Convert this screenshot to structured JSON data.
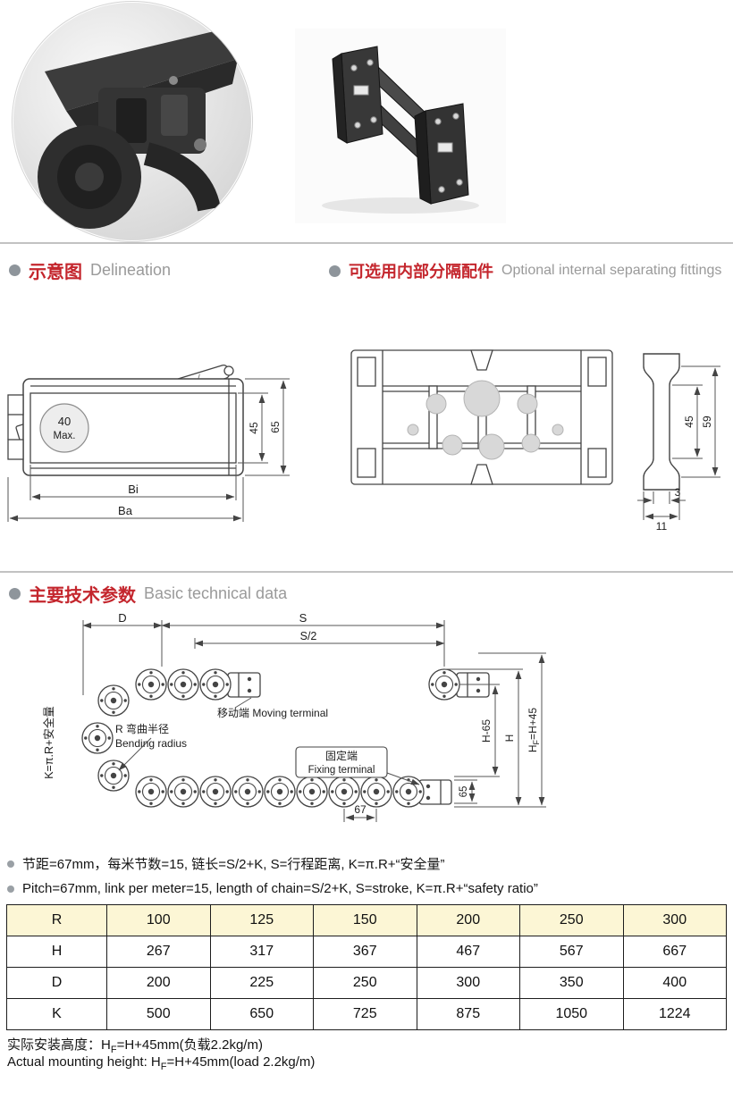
{
  "sections": {
    "delineation": {
      "zh": "示意图",
      "en": "Delineation"
    },
    "fittings": {
      "zh": "可选用内部分隔配件",
      "en": "Optional internal separating fittings"
    },
    "technical": {
      "zh": "主要技术参数",
      "en": "Basic technical data"
    }
  },
  "side_view": {
    "inner_circle_line1": "40",
    "inner_circle_line2": "Max.",
    "dim_inner_height": "45",
    "dim_outer_height": "65",
    "dim_inner_width": "Bi",
    "dim_outer_width": "Ba"
  },
  "separator": {
    "dim_inner_height": "45",
    "dim_outer_height": "59",
    "dim_thickness": "3",
    "dim_width": "11"
  },
  "diagram": {
    "dim_d": "D",
    "dim_s": "S",
    "dim_s_half": "S/2",
    "k_formula": "K=π.R+安全量",
    "moving_terminal": "移动端 Moving terminal",
    "bending_radius_zh": "R 弯曲半径",
    "bending_radius_en": "Bending radius",
    "fixing_terminal_zh": "固定端",
    "fixing_terminal_en": "Fixing terminal",
    "dim_65": "65",
    "dim_67": "67",
    "dim_h_minus_65": "H-65",
    "dim_h": "H",
    "dim_hf_base": "H",
    "dim_hf_sub": "F",
    "dim_hf_rest": "=H+45"
  },
  "notes": {
    "zh": "节距=67mm，每米节数=15, 链长=S/2+K, S=行程距离, K=π.R+“安全量”",
    "en": "Pitch=67mm, link per meter=15, length of chain=S/2+K, S=stroke, K=π.R+“safety ratio”"
  },
  "table": {
    "rows": [
      {
        "label": "R",
        "values": [
          "100",
          "125",
          "150",
          "200",
          "250",
          "300"
        ]
      },
      {
        "label": "H",
        "values": [
          "267",
          "317",
          "367",
          "467",
          "567",
          "667"
        ]
      },
      {
        "label": "D",
        "values": [
          "200",
          "225",
          "250",
          "300",
          "350",
          "400"
        ]
      },
      {
        "label": "K",
        "values": [
          "500",
          "650",
          "725",
          "875",
          "1050",
          "1224"
        ]
      }
    ]
  },
  "footer": {
    "zh_prefix": "实际安装高度：H",
    "zh_sub": "F",
    "zh_suffix": "=H+45mm(负载2.2kg/m)",
    "en_prefix": "Actual mounting height: H",
    "en_sub": "F",
    "en_suffix": "=H+45mm(load 2.2kg/m)"
  },
  "colors": {
    "heading_red": "#c4262d",
    "heading_gray": "#9a9a9a",
    "table_header_bg": "#fcf6d5"
  }
}
